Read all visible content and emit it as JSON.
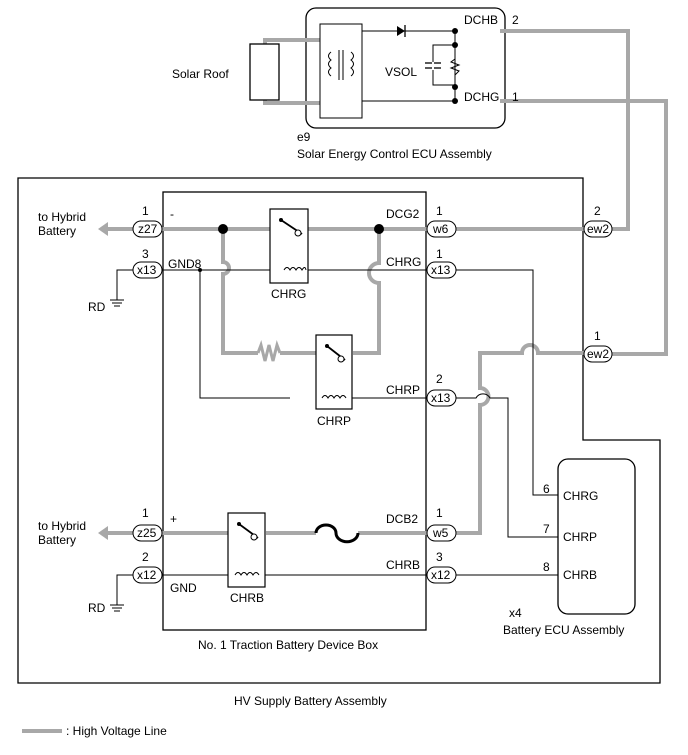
{
  "ecu_solar": {
    "code": "e9",
    "name": "Solar Energy Control ECU Assembly",
    "label_vsol": "VSOL",
    "pin_dchb": "DCHB",
    "pin_dchb_num": "2",
    "pin_dchg": "DCHG",
    "pin_dchg_num": "1"
  },
  "solar_roof": {
    "label": "Solar Roof"
  },
  "hv_assembly": {
    "name": "HV Supply Battery Assembly"
  },
  "device_box": {
    "name": "No. 1 Traction Battery Device Box",
    "minus": "-",
    "plus": "+",
    "gnd8": "GND8",
    "gnd": "GND",
    "dcg2": "DCG2",
    "chrg": "CHRG",
    "chrp": "CHRP",
    "dcb2": "DCB2",
    "chrb": "CHRB",
    "relay_chrg": "CHRG",
    "relay_chrp": "CHRP",
    "relay_chrb": "CHRB"
  },
  "to_hybrid": {
    "top_l1": "to Hybrid",
    "top_l2": "Battery",
    "bot_l1": "to Hybrid",
    "bot_l2": "Battery"
  },
  "ground_labels": {
    "rd1": "RD",
    "rd2": "RD"
  },
  "connectors": {
    "z27": {
      "label": "z27",
      "pin": "1"
    },
    "x13_left": {
      "label": "x13",
      "pin": "3"
    },
    "z25": {
      "label": "z25",
      "pin": "1"
    },
    "x12_left": {
      "label": "x12",
      "pin": "2"
    },
    "w6": {
      "label": "w6",
      "pin": "1"
    },
    "x13_chrg": {
      "label": "x13",
      "pin": "1"
    },
    "x13_chrp": {
      "label": "x13",
      "pin": "2"
    },
    "w5": {
      "label": "w5",
      "pin": "1"
    },
    "x12_right": {
      "label": "x12",
      "pin": "3"
    },
    "ew2_top": {
      "label": "ew2",
      "pin": "2"
    },
    "ew2_bot": {
      "label": "ew2",
      "pin": "1"
    }
  },
  "battery_ecu": {
    "code": "x4",
    "name": "Battery ECU Assembly",
    "pins": [
      {
        "num": "6",
        "name": "CHRG"
      },
      {
        "num": "7",
        "name": "CHRP"
      },
      {
        "num": "8",
        "name": "CHRB"
      }
    ]
  },
  "legend": {
    "label": ": High Voltage Line",
    "color": "#a8a8a8"
  }
}
